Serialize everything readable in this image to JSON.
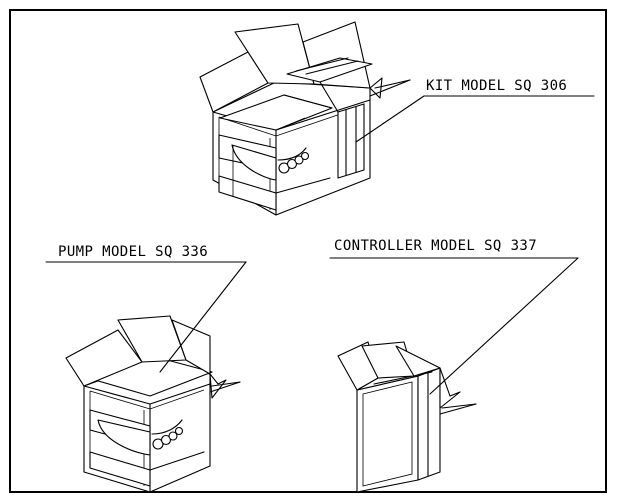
{
  "labels": {
    "kit": "KIT MODEL SQ 306",
    "pump": "PUMP MODEL SQ 336",
    "controller": "CONTROLLER MODEL SQ 337"
  },
  "colors": {
    "line": "#000000",
    "background": "#ffffff"
  }
}
